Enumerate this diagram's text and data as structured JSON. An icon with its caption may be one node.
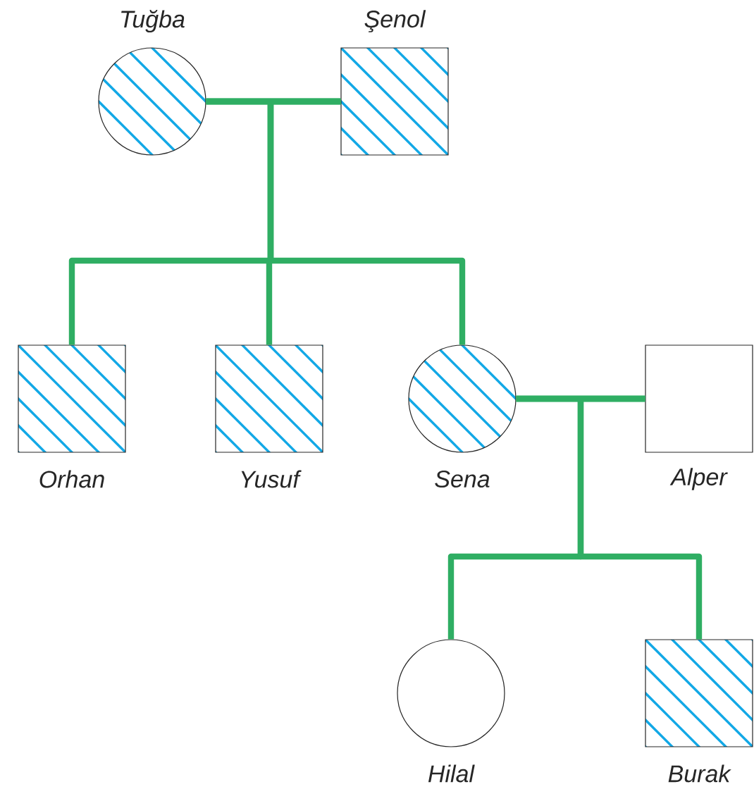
{
  "diagram": {
    "nodes": [
      {
        "text": [
          "Tuğba"
        ]
      },
      {
        "text": [
          "Şenol"
        ]
      },
      {
        "text": [
          "Orhan"
        ]
      },
      {
        "text": [
          "Yusuf"
        ]
      },
      {
        "text": [
          "Sena"
        ]
      },
      {
        "text": [
          "Alper"
        ]
      },
      {
        "text": [
          "Hilal"
        ]
      },
      {
        "text": [
          "Burak"
        ]
      }
    ],
    "edges": [
      {
        "from": 0,
        "to": 1,
        "arrow": "none"
      },
      {
        "from": 0,
        "to": 2,
        "arrow": "none"
      },
      {
        "from": 1,
        "to": 2,
        "arrow": "none"
      },
      {
        "from": 0,
        "to": 3,
        "arrow": "none"
      },
      {
        "from": 1,
        "to": 3,
        "arrow": "none"
      },
      {
        "from": 0,
        "to": 4,
        "arrow": "none"
      },
      {
        "from": 1,
        "to": 4,
        "arrow": "none"
      },
      {
        "from": 4,
        "to": 5,
        "arrow": "none"
      },
      {
        "from": 4,
        "to": 6,
        "arrow": "none"
      },
      {
        "from": 5,
        "to": 6,
        "arrow": "none"
      },
      {
        "from": 4,
        "to": 7,
        "arrow": "none"
      },
      {
        "from": 5,
        "to": 7,
        "arrow": "none"
      }
    ]
  }
}
